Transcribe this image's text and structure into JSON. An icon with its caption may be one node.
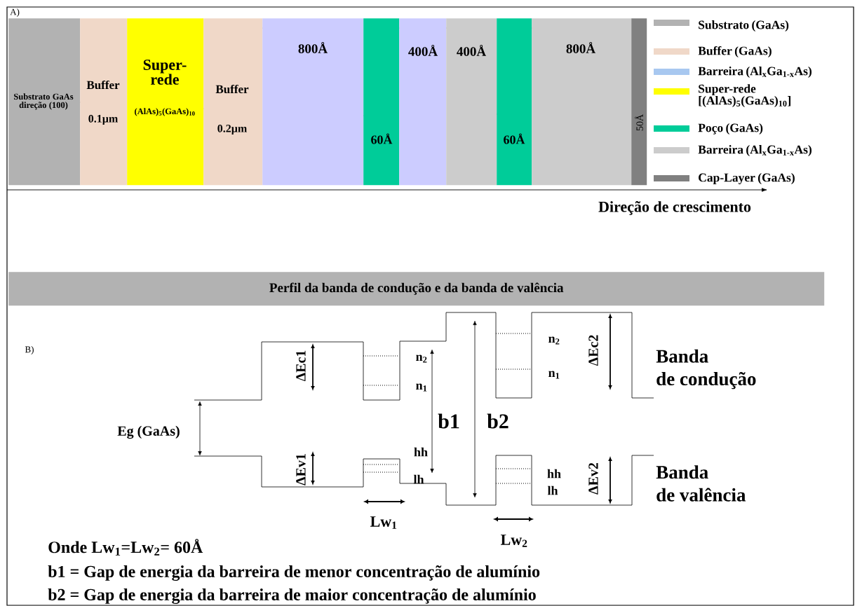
{
  "diagram": {
    "nodes": [
      {
        "text": [
          "Substrato GaAs direção (100)"
        ]
      },
      {
        "text": [
          "Buffer"
        ]
      },
      {
        "text": [
          "Super-rede",
          "(AlAs)$_{5}$(GaAs)$_{10}$"
        ]
      },
      {
        "text": [
          "Buffer"
        ]
      },
      {
        "text": [],
        "shape": "bar"
      },
      {
        "text": [],
        "shape": "bar"
      },
      {
        "text": [],
        "shape": "bar"
      },
      {
        "text": [],
        "shape": "bar"
      },
      {
        "text": [],
        "shape": "bar"
      },
      {
        "text": [],
        "shape": "bar"
      },
      {
        "text": [],
        "shape": "bar"
      },
      {
        "text": [
          "Perfil da banda de condução e da banda de valência"
        ]
      }
    ],
    "labels": [
      "A)",
      "800Å",
      "400Å",
      "400Å",
      "800Å",
      "0.1µm",
      "0.2µm",
      "60Å",
      "60Å",
      "50Å",
      "Direção de crescimento",
      "B)",
      "ΔEc1",
      "ΔEv1",
      "Eg (GaAs)",
      "n$_{2}$",
      "n$_{1}$",
      "hh",
      "lh",
      "b1",
      "b2",
      "n$_{2}$",
      "n$_{1}$",
      "hh",
      "lh",
      "ΔEc2",
      "ΔEv2",
      "Banda de condução",
      "Banda de valência",
      "Lw$_{1}$",
      "Lw$_{2}$",
      "Onde Lw$_{1}$=Lw$_{2}$= 60Å",
      "b1 = Gap de energia da barreira de menor concentração de alumínio",
      "b2 = Gap de energia da barreira de maior concentração de alumínio"
    ],
    "legend": [
      {
        "text": "Substrato (GaAs)",
        "color": "#b2b2b2"
      },
      {
        "text": "Buffer (GaAs)",
        "color": "#f0d8c8"
      },
      {
        "text": "Barreira (Al$_{x}$Ga$_{1-x}$As)",
        "color": "#a8c8f0"
      },
      {
        "text": "Super-rede [(AlAs)$_{5}$(GaAs)$_{10}$]",
        "color": "#ffff00"
      },
      {
        "text": "Poço (GaAs)",
        "color": "#00cc99"
      },
      {
        "text": "Barreira (Al$_{x}$Ga$_{1-x}$As)",
        "color": "#cccccc"
      },
      {
        "text": "Cap-Layer (GaAs)",
        "color": "#808080"
      }
    ]
  }
}
